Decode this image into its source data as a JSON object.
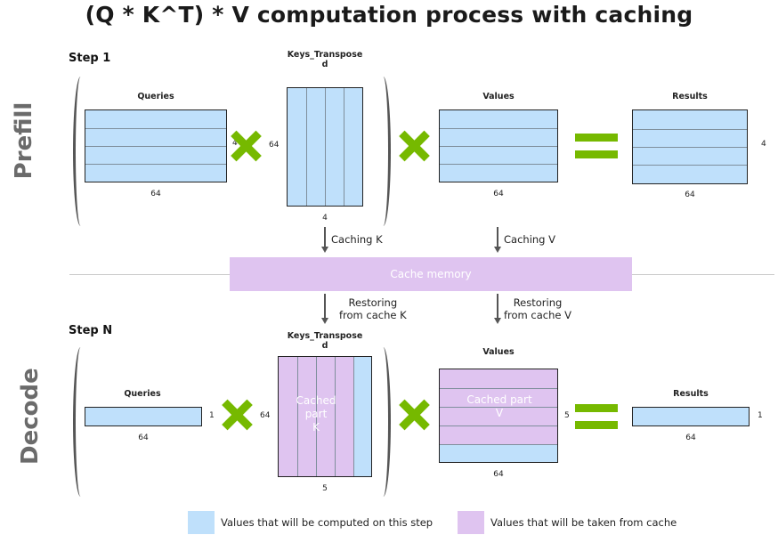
{
  "title": "(Q * K^T) * V computation process with caching",
  "colors": {
    "computed": "#bfe0fb",
    "cached": "#dfc4f0",
    "operator": "#76b900",
    "phase_label": "#6b6b6b"
  },
  "prefill": {
    "phase_label": "Prefill",
    "step_label": "Step 1",
    "queries": {
      "label": "Queries",
      "rows": "4",
      "cols": "64"
    },
    "keys": {
      "label_line1": "Keys_Transpose",
      "label_line2": "d",
      "rows": "64",
      "cols": "4"
    },
    "values": {
      "label": "Values",
      "cols": "64"
    },
    "results": {
      "label": "Results",
      "rows": "4",
      "cols": "64"
    }
  },
  "cache": {
    "label": "Cache memory",
    "caching_k": "Caching K",
    "caching_v": "Caching V",
    "restore_k_line1": "Restoring",
    "restore_k_line2": "from cache K",
    "restore_v_line1": "Restoring",
    "restore_v_line2": "from cache V"
  },
  "decode": {
    "phase_label": "Decode",
    "step_label": "Step N",
    "queries": {
      "label": "Queries",
      "rows": "1",
      "cols": "64"
    },
    "keys": {
      "label_line1": "Keys_Transpose",
      "label_line2": "d",
      "rows": "64",
      "cols": "5",
      "cached_line1": "Cached",
      "cached_line2": "part",
      "cached_line3": "K"
    },
    "values": {
      "label": "Values",
      "rows": "5",
      "cols": "64",
      "cached_line1": "Cached part",
      "cached_line2": "V"
    },
    "results": {
      "label": "Results",
      "rows": "1",
      "cols": "64"
    }
  },
  "legend": {
    "computed": "Values that will be computed on this step",
    "cached": "Values that will be taken from cache"
  }
}
